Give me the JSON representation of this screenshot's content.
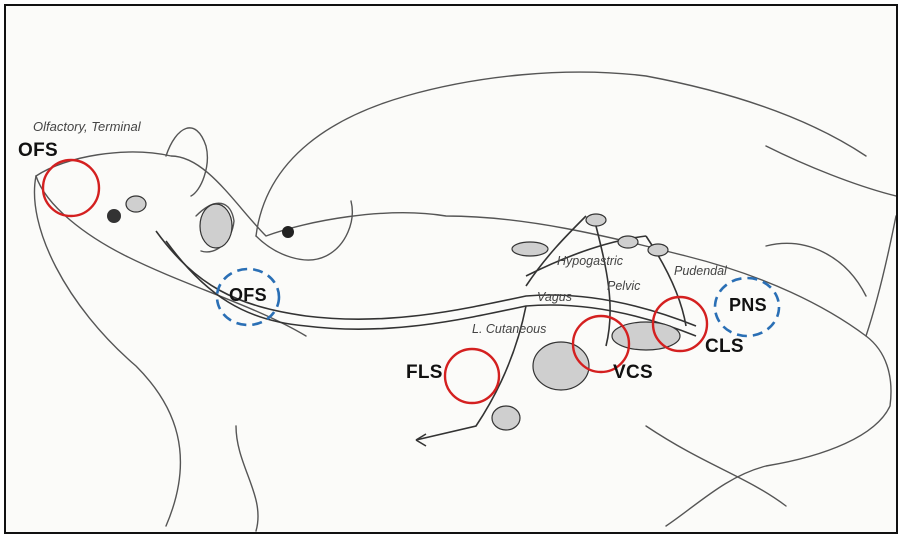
{
  "labels": {
    "olfactory_terminal": "Olfactory, Terminal",
    "ofs_nose": "OFS",
    "ofs_brain": "OFS",
    "fls": "FLS",
    "vcs": "VCS",
    "cls": "CLS",
    "pns": "PNS"
  },
  "nerves": {
    "hypogastric": "Hypogastric",
    "vagus": "Vagus",
    "pelvic": "Pelvic",
    "pudendal": "Pudendal",
    "l_cutaneous": "L. Cutaneous"
  },
  "colors": {
    "red_circle": "#d42020",
    "blue_dashed_circle": "#2a6fb5",
    "sketch": "#4a4a4a"
  }
}
